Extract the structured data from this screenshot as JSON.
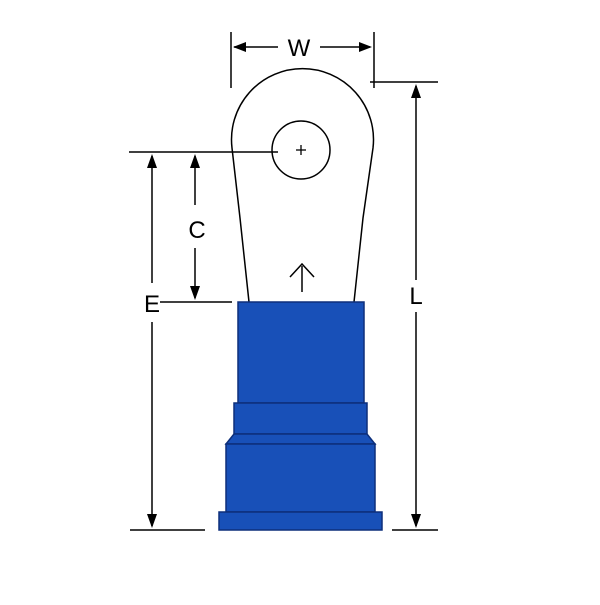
{
  "diagram": {
    "dimension_labels": {
      "width": "W",
      "length": "L",
      "center_to_barrel": "C",
      "overall_barrel": "E"
    },
    "colors": {
      "insulation": "#1850b8",
      "insulation_dark": "#0d3a94",
      "lines": "#000000",
      "background": "#ffffff"
    },
    "icon_names": [
      "ring-terminal",
      "stud-hole",
      "direction-arrow-icon"
    ]
  }
}
